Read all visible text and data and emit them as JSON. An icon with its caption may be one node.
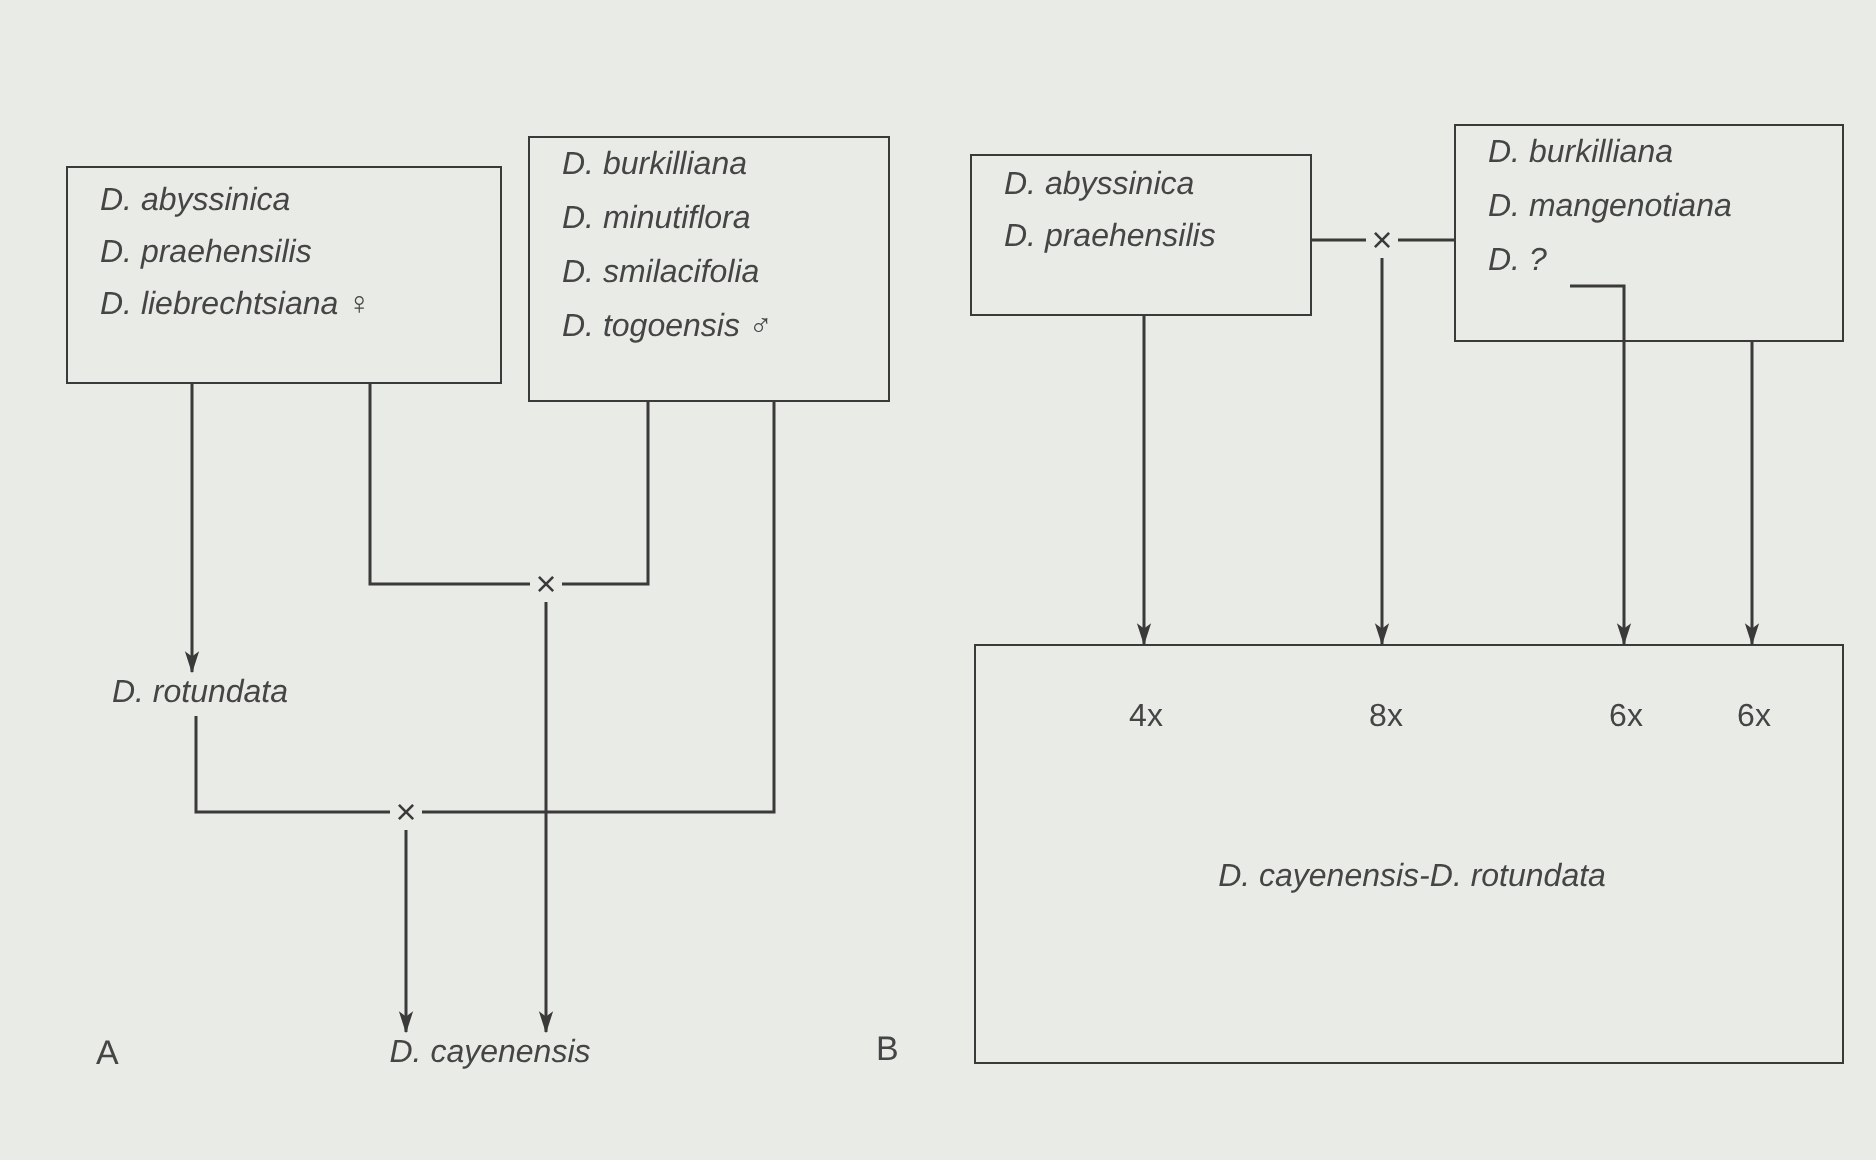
{
  "diagram": {
    "nodes": [
      {
        "text": [
          "D. abyssinica",
          "D. praehensilis",
          "D. liebrechtsiana ♀"
        ]
      },
      {
        "text": [
          "D. burkilliana",
          "D. minutiflora",
          "D. smilacifolia",
          "D. togoensis ♂"
        ]
      },
      {
        "text": [
          "×"
        ]
      },
      {
        "text": [
          "D. rotundata"
        ]
      },
      {
        "text": [
          "×"
        ]
      },
      {
        "text": [
          "D. cayenensis"
        ]
      },
      {
        "text": [
          "D. abyssinica",
          "D. praehensilis"
        ]
      },
      {
        "text": [
          "D. burkilliana",
          "D. mangenotiana",
          "D. ?"
        ]
      },
      {
        "text": [
          "×"
        ]
      },
      {
        "text": [
          "4x",
          "8x",
          "6x",
          "6x",
          "D. cayenensis-D. rotundata"
        ]
      }
    ],
    "edges": [
      {
        "from": 0,
        "to": 3,
        "arrow": "to"
      },
      {
        "from": 0,
        "to": 2,
        "arrow": "none"
      },
      {
        "from": 1,
        "to": 2,
        "arrow": "none"
      },
      {
        "from": 3,
        "to": 4,
        "arrow": "none"
      },
      {
        "from": 1,
        "to": 4,
        "arrow": "none"
      },
      {
        "from": 2,
        "to": 5,
        "arrow": "to"
      },
      {
        "from": 4,
        "to": 5,
        "arrow": "to"
      },
      {
        "from": 6,
        "to": 8,
        "arrow": "none"
      },
      {
        "from": 7,
        "to": 8,
        "arrow": "none"
      },
      {
        "from": 6,
        "to": 9,
        "arrow": "to"
      },
      {
        "from": 8,
        "to": 9,
        "arrow": "to"
      },
      {
        "from": 7,
        "to": 9,
        "arrow": "to"
      },
      {
        "from": 7,
        "to": 9,
        "arrow": "to"
      }
    ],
    "labels": [
      "A",
      "B"
    ]
  }
}
